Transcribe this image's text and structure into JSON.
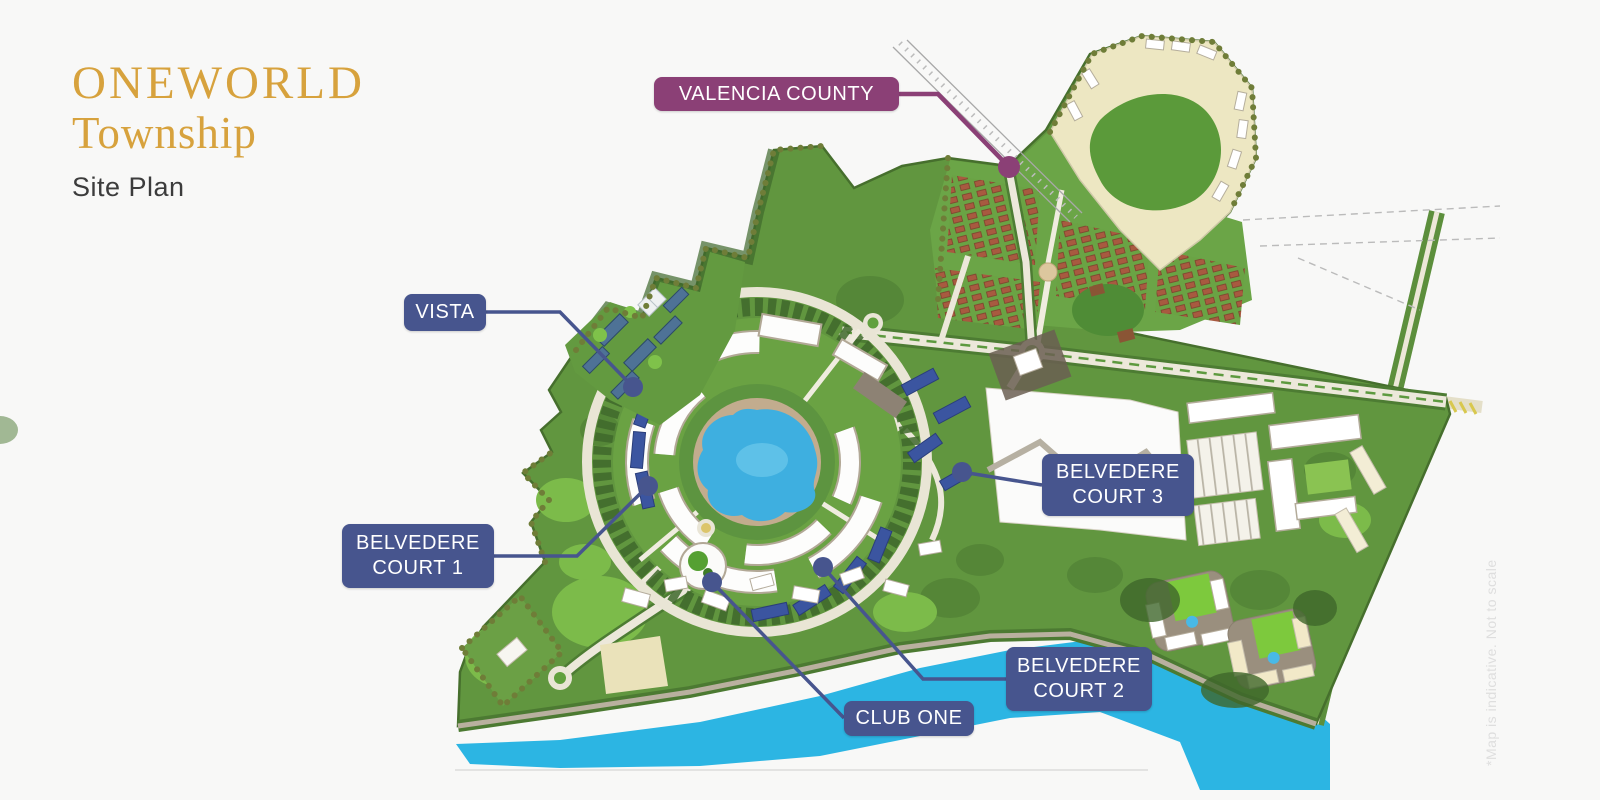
{
  "header": {
    "brand_line1": "ONEWORLD",
    "brand_line2": "Township",
    "subtitle": "Site Plan"
  },
  "map": {
    "labels": {
      "valencia_county": {
        "text": "VALENCIA COUNTY"
      },
      "vista": {
        "text": "VISTA"
      },
      "belvedere_court_1": {
        "text": "BELVEDERE COURT 1"
      },
      "belvedere_court_3": {
        "text": "BELVEDERE COURT 3"
      },
      "belvedere_court_2": {
        "text": "BELVEDERE COURT 2"
      },
      "club_one": {
        "text": "CLUB ONE"
      }
    },
    "disclaimer": "*Map is indicative. Not to scale",
    "colors": {
      "brand_gold": "#d7a23d",
      "label_blue": "#47558e",
      "label_purple": "#8b4076",
      "river": "#2cb5e3",
      "lake": "#3eafe0"
    }
  }
}
